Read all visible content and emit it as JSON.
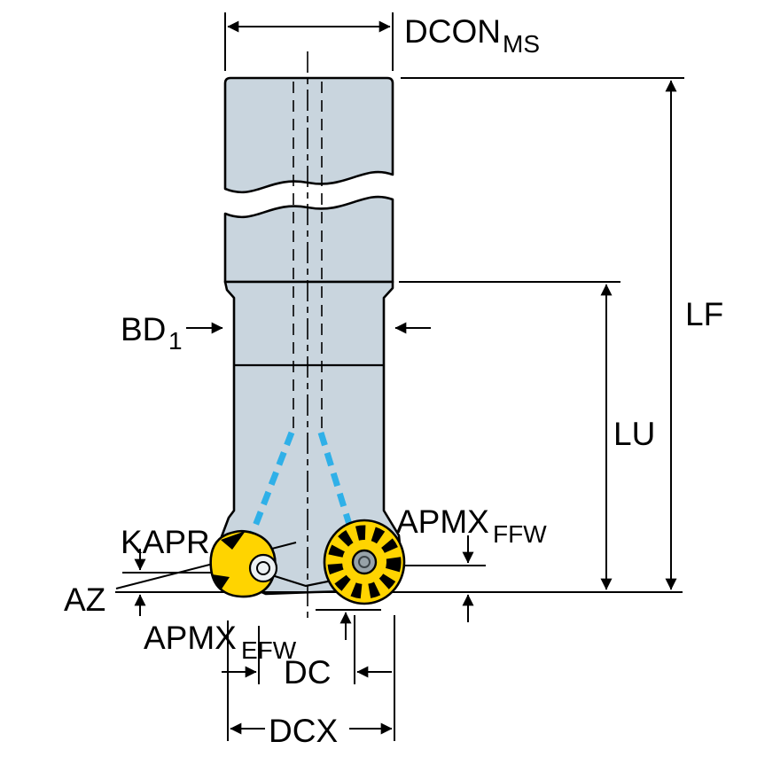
{
  "diagram": {
    "type": "technical-dimension-drawing",
    "subject": "indexable round-insert end mill, side view with dimension callouts",
    "labels": {
      "dcon": {
        "main": "DCON",
        "sub": "MS"
      },
      "lf": {
        "main": "LF"
      },
      "lu": {
        "main": "LU"
      },
      "bd1": {
        "main": "BD",
        "sub": "1"
      },
      "apmx_ffw": {
        "main": "APMX",
        "sub": "FFW"
      },
      "kapr": {
        "main": "KAPR"
      },
      "az": {
        "main": "AZ"
      },
      "apmx_efw": {
        "main": "APMX",
        "sub": "EFW"
      },
      "dc": {
        "main": "DC"
      },
      "dcx": {
        "main": "DCX"
      }
    },
    "colors": {
      "background": "#ffffff",
      "body": "#c9d5de",
      "outline": "#000000",
      "coolant_channel": "#2fb0e8",
      "insert": "#ffd400",
      "screw": "#97a2a8",
      "screw_washer": "#edf1f3"
    }
  }
}
